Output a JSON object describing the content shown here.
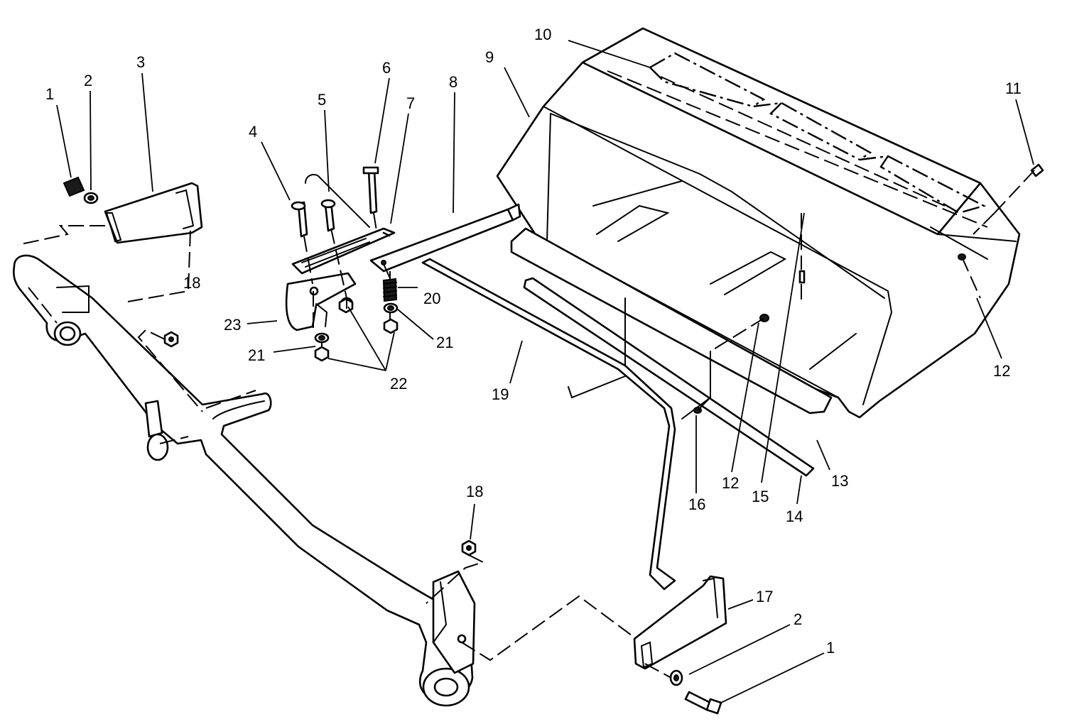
{
  "callouts": [
    {
      "id": "c1a",
      "text": "1"
    },
    {
      "id": "c2a",
      "text": "2"
    },
    {
      "id": "c3",
      "text": "3"
    },
    {
      "id": "c4",
      "text": "4"
    },
    {
      "id": "c5",
      "text": "5"
    },
    {
      "id": "c6",
      "text": "6"
    },
    {
      "id": "c7",
      "text": "7"
    },
    {
      "id": "c8",
      "text": "8"
    },
    {
      "id": "c9",
      "text": "9"
    },
    {
      "id": "c10",
      "text": "10"
    },
    {
      "id": "c11",
      "text": "11"
    },
    {
      "id": "c12a",
      "text": "12"
    },
    {
      "id": "c18a",
      "text": "18"
    },
    {
      "id": "c20",
      "text": "20"
    },
    {
      "id": "c21a",
      "text": "21"
    },
    {
      "id": "c23",
      "text": "23"
    },
    {
      "id": "c21b",
      "text": "21"
    },
    {
      "id": "c22",
      "text": "22"
    },
    {
      "id": "c19",
      "text": "19"
    },
    {
      "id": "c12b",
      "text": "12"
    },
    {
      "id": "c15",
      "text": "15"
    },
    {
      "id": "c16",
      "text": "16"
    },
    {
      "id": "c13",
      "text": "13"
    },
    {
      "id": "c14",
      "text": "14"
    },
    {
      "id": "c18b",
      "text": "18"
    },
    {
      "id": "c17",
      "text": "17"
    },
    {
      "id": "c2b",
      "text": "2"
    },
    {
      "id": "c1b",
      "text": "1"
    }
  ]
}
